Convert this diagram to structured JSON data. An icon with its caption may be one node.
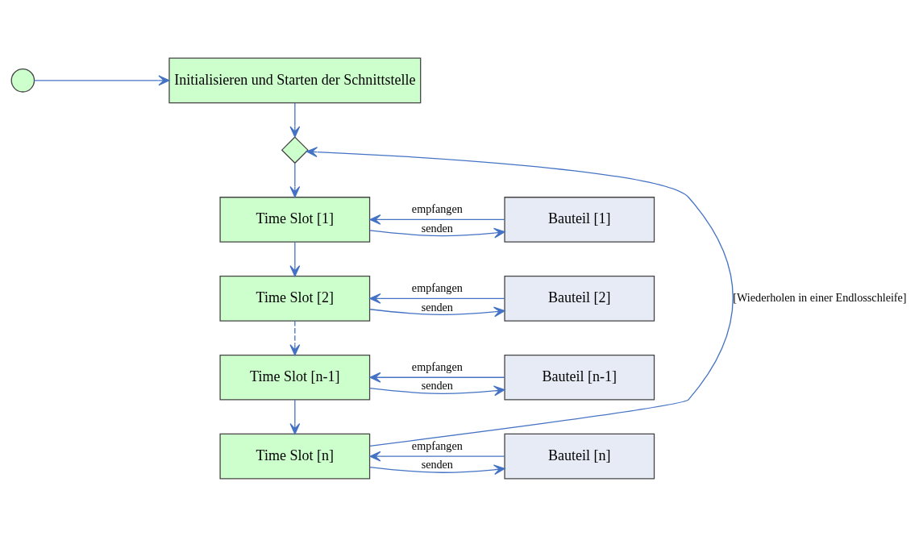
{
  "diagram": {
    "nodes": [
      {
        "text": [],
        "shape": "circle"
      },
      {
        "text": [
          "Initialisieren und Starten der Schnittstelle"
        ]
      },
      {
        "text": [],
        "shape": "diamond"
      },
      {
        "text": [
          "Time Slot [1]"
        ]
      },
      {
        "text": [
          "Bauteil [1]"
        ]
      },
      {
        "text": [
          "Time Slot [2]"
        ]
      },
      {
        "text": [
          "Bauteil [2]"
        ]
      },
      {
        "text": [
          "Time Slot [n-1]"
        ]
      },
      {
        "text": [
          "Bauteil [n-1]"
        ]
      },
      {
        "text": [
          "Time Slot [n]"
        ]
      },
      {
        "text": [
          "Bauteil [n]"
        ]
      }
    ],
    "edges": [
      {
        "from": 0,
        "to": 1,
        "arrow": "to"
      },
      {
        "from": 1,
        "to": 2,
        "arrow": "to"
      },
      {
        "from": 2,
        "to": 3,
        "arrow": "to"
      },
      {
        "from": 3,
        "to": 4,
        "arrow": "to",
        "label": "senden"
      },
      {
        "from": 4,
        "to": 3,
        "arrow": "to",
        "label": "empfangen"
      },
      {
        "from": 3,
        "to": 5,
        "arrow": "to"
      },
      {
        "from": 5,
        "to": 6,
        "arrow": "to",
        "label": "senden"
      },
      {
        "from": 6,
        "to": 5,
        "arrow": "to",
        "label": "empfangen"
      },
      {
        "from": 5,
        "to": 7,
        "arrow": "to",
        "style": "dashed"
      },
      {
        "from": 7,
        "to": 8,
        "arrow": "to",
        "label": "senden"
      },
      {
        "from": 8,
        "to": 7,
        "arrow": "to",
        "label": "empfangen"
      },
      {
        "from": 7,
        "to": 9,
        "arrow": "to"
      },
      {
        "from": 9,
        "to": 10,
        "arrow": "to",
        "label": "senden"
      },
      {
        "from": 10,
        "to": 9,
        "arrow": "to",
        "label": "empfangen"
      },
      {
        "from": 9,
        "to": 2,
        "arrow": "to",
        "label": "[Wiederholen in einer Endlosschleife]"
      }
    ]
  }
}
